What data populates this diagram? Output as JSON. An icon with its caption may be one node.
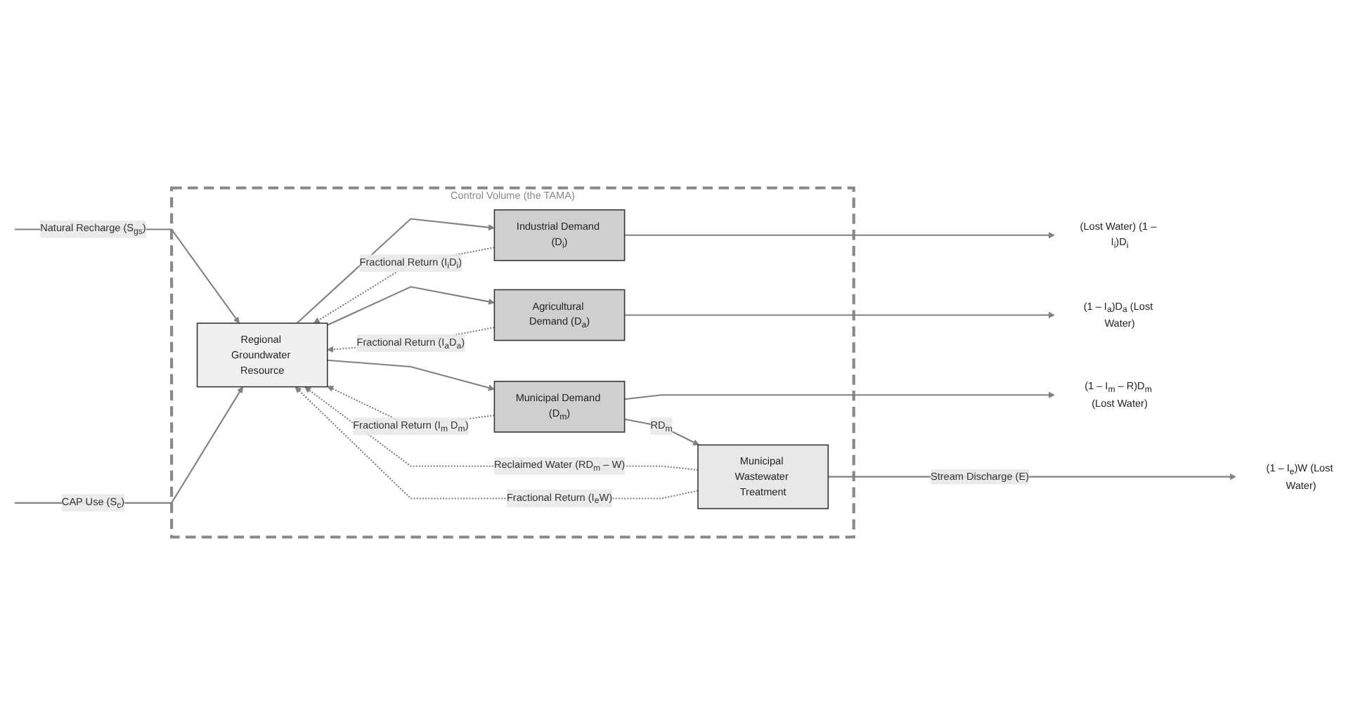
{
  "diagram": {
    "nodes": [
      {
        "text": [
          "Control Volume (the TAMA)"
        ]
      },
      {
        "text": [
          "Regional Groundwater Resource"
        ],
        "in": 0
      },
      {
        "text": [
          "Industrial Demand (D$_{i}$)"
        ],
        "in": 0
      },
      {
        "text": [
          "Agricultural Demand (D$_{a}$)"
        ],
        "in": 0
      },
      {
        "text": [
          "Municipal Demand (D$_{m}$)"
        ],
        "in": 0
      },
      {
        "text": [
          "Municipal Wastewater Treatment"
        ],
        "in": 0
      },
      {
        "text": [
          "(Lost Water) (1 – I$_{i}$)D$_{i}$"
        ]
      },
      {
        "text": [
          "(1 – I$_{a}$)D$_{a}$ (Lost Water)"
        ]
      },
      {
        "text": [
          "(1 – I$_{m}$ – R)D$_{m}$ (Lost Water)"
        ]
      },
      {
        "text": [
          "(1 – I$_{e}$)W (Lost Water)"
        ]
      }
    ],
    "edges": [
      {
        "from": null,
        "to": 1,
        "arrow": "to",
        "label": "Natural Recharge (S$_{gs}$)"
      },
      {
        "from": null,
        "to": 1,
        "arrow": "to",
        "label": "CAP Use (S$_{c}$)"
      },
      {
        "from": 1,
        "to": 2,
        "arrow": "to"
      },
      {
        "from": 1,
        "to": 3,
        "arrow": "to"
      },
      {
        "from": 1,
        "to": 4,
        "arrow": "to"
      },
      {
        "from": 2,
        "to": 1,
        "arrow": "to",
        "style": "dashed",
        "label": "Fractional Return (I$_{i}$D$_{i}$)"
      },
      {
        "from": 3,
        "to": 1,
        "arrow": "to",
        "style": "dashed",
        "label": "Fractional Return (I$_{a}$D$_{a}$)"
      },
      {
        "from": 4,
        "to": 1,
        "arrow": "to",
        "style": "dashed",
        "label": "Fractional Return (I$_{m}$ D$_{m}$)"
      },
      {
        "from": 2,
        "to": 6,
        "arrow": "to"
      },
      {
        "from": 3,
        "to": 7,
        "arrow": "to"
      },
      {
        "from": 4,
        "to": 8,
        "arrow": "to"
      },
      {
        "from": 4,
        "to": 5,
        "arrow": "to",
        "label": "RD$_{m}$"
      },
      {
        "from": 5,
        "to": 1,
        "arrow": "to",
        "style": "dashed",
        "label": "Reclaimed Water (RD$_{m}$ – W)"
      },
      {
        "from": 5,
        "to": 1,
        "arrow": "to",
        "style": "dashed",
        "label": "Fractional Return (I$_{e}$W)"
      },
      {
        "from": 5,
        "to": 9,
        "arrow": "to",
        "label": "Stream Discharge (E)"
      }
    ]
  }
}
